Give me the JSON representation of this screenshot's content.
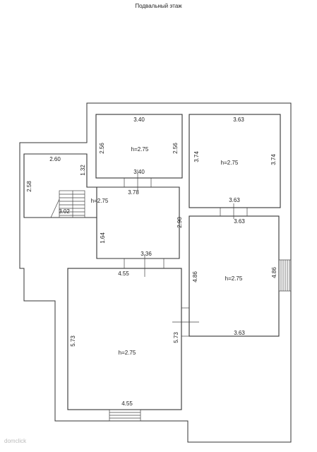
{
  "title": "Подвальный этаж",
  "watermark": "domclick",
  "rooms": {
    "r1": {
      "top": "3.40",
      "left": "2.56",
      "right": "2.56",
      "bottom": "3.40",
      "height": "h=2.75"
    },
    "r2": {
      "top": "3.63",
      "left": "3.74",
      "right": "3.74",
      "bottom": "3.63",
      "height": "h=2.75"
    },
    "stair": {
      "top": "2.60",
      "left": "2.58",
      "right": "1.32",
      "bottom": "3.02",
      "height": "h=2.75"
    },
    "hall": {
      "top": "3.78",
      "left": "1.64",
      "right": "2.90",
      "bottom": "3.36"
    },
    "r3": {
      "top": "3.63",
      "left": "4.86",
      "right": "4.86",
      "bottom": "3.63",
      "height": "h=2.75"
    },
    "r4": {
      "top": "4.55",
      "left": "5.73",
      "right": "5.73",
      "bottom": "4.55",
      "height": "h=2.75"
    }
  }
}
